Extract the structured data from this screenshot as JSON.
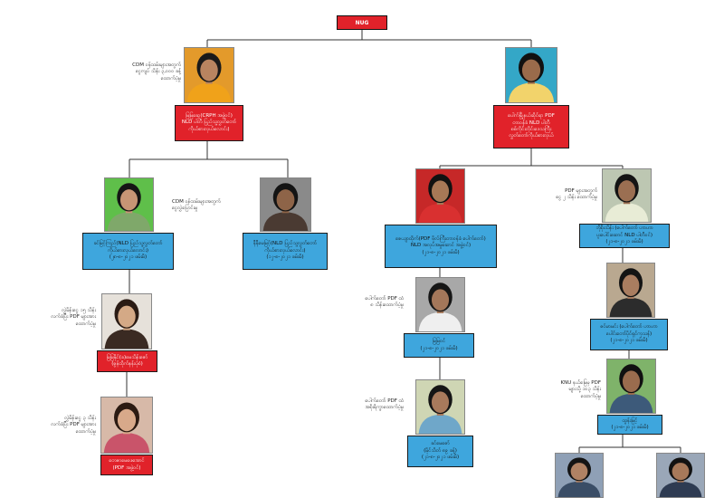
{
  "root": {
    "label": "NUG"
  },
  "nodes": {
    "left_leader": {
      "lines": [
        "မြမြဆွေ(CRPH အဖွဲ့ဝင်)",
        "NLD ပါတီ ပြည်သူ့လွှတ်တော်",
        "ကိုယ်စားလှယ်လောင်း)"
      ],
      "note": [
        "CDM ဝန်ထမ်းများအတွက်",
        "ငွေကျပ် သိန်း ၃,၀၀၀ ခန့်",
        "ထောက်ပံ့မှု"
      ],
      "colors": {
        "box": "#e1222a",
        "photo_bg": "#e39a2b",
        "skin": "#b88460",
        "hair": "#1a1a1a",
        "cloth": "#f0a21a"
      }
    },
    "right_leader": {
      "lines": [
        "ပေါက်မြို့နယ်ဆိုင်ရာ PDF",
        "တာဝန်ခံ NLD ပါတီ",
        "စစ်ကိုင်းတိုင်းဒေသကြီး",
        "လွှတ်တော်ကိုယ်စားလှယ်"
      ],
      "colors": {
        "box": "#e1222a",
        "photo_bg": "#34a7c7",
        "skin": "#9a6b4b",
        "hair": "#111111",
        "cloth": "#f2d36b"
      }
    },
    "l2a": {
      "lines": [
        "ခင်မြင့်ကြည်(NLD ပြည်သူ့လွှတ်တော်",
        "ကိုယ်စားလှယ်လောင်း)",
        "(၂၈-၈-၂၀၂၁ ဖမ်းမိ)"
      ],
      "colors": {
        "box": "#3ea6dd",
        "photo_bg": "#5fbf4a",
        "skin": "#c79575",
        "hair": "#151515",
        "cloth": "#7fa86a"
      }
    },
    "l2b": {
      "lines": [
        "နီနီမေမြင့်(NLD ပြည်သူ့လွှတ်တော်",
        "ကိုယ်စားလှယ်လောင်း)",
        "(၁၂-၈-၂၀၂၁ ဖမ်းမိ)"
      ],
      "note": [
        "CDM ဝန်ထမ်းများအတွက်",
        "ငွေလွှဲပြောင်းမှု"
      ],
      "colors": {
        "box": "#3ea6dd",
        "photo_bg": "#8a8a8a",
        "skin": "#8e6448",
        "hair": "#141414",
        "cloth": "#4a3a32"
      }
    },
    "l3a": {
      "lines": [
        "မြမြနိုင်(ခ)မေသိန်းဇော်",
        "(ဇွန်ထိုက်နန်းပုံစံ)"
      ],
      "note": [
        "လွှဲမိန်းငွေ ၁၅ သိန်း",
        "လက်ခံပြီး PDF များအား",
        "ထောက်ပံ့မှု"
      ],
      "colors": {
        "box": "#e1222a",
        "photo_bg": "#e6e1da",
        "skin": "#d4a986",
        "hair": "#2a1b14",
        "cloth": "#3a2a22"
      }
    },
    "l4a": {
      "lines": [
        "တေဇာမေဖေအောင်",
        "(PDF အဖွဲ့ဝင်)"
      ],
      "note": [
        "လွှဲမိန်းငွေ ၃ သိန်း",
        "လက်ခံပြီး PDF များအား",
        "ထောက်ပံ့မှု"
      ],
      "colors": {
        "box": "#e1222a",
        "photo_bg": "#d7b9a8",
        "skin": "#d8a98a",
        "hair": "#2b1a12",
        "cloth": "#c9546a"
      }
    },
    "r2a": {
      "lines": [
        "ဇေယျာထိုက်(PDF ဗိုလ်ကြီးတာဝန်ခံ ပေါက်တော်)",
        "NLD အလုပ်အမှုဆောင် အဖွဲ့ဝင်)",
        "(၂၁-၈-၂၀၂၁ ဖမ်းမိ)"
      ],
      "colors": {
        "box": "#3ea6dd",
        "photo_bg": "#c62828",
        "skin": "#a77856",
        "hair": "#111111",
        "cloth": "#d93030"
      }
    },
    "r2b": {
      "lines": [
        "ဘိုစိုးသိန်း (ပေါက်တော် ဟာဟာ",
        "ပူးပေါင်းဆောင် NLD ပါတီဝင်)",
        "(၂၁-၈-၂၀၂၁ ဖမ်းမိ)"
      ],
      "note": [
        "PDF များအတွက်",
        "ငွေ ၂ သိန်း ထောက်ပံ့မှု"
      ],
      "colors": {
        "box": "#3ea6dd",
        "photo_bg": "#bdc7b2",
        "skin": "#9b6f52",
        "hair": "#141414",
        "cloth": "#e8ecd6"
      }
    },
    "r3a": {
      "lines": [
        "မြမြဝင်",
        "(၂၁-၈-၂၀၂၁ ဖမ်းမိ)"
      ],
      "note": [
        "ပေါက်တော် PDF ထံ",
        "၈ သိန်းထောက်ပံ့မှု"
      ],
      "colors": {
        "box": "#3ea6dd",
        "photo_bg": "#a8a8a8",
        "skin": "#a4775a",
        "hair": "#161616",
        "cloth": "#efefef"
      }
    },
    "r4a": {
      "lines": [
        "ခင်မေဇော်",
        "(မိုင်သိတ် ၈၉ ခန့်)",
        "(၂၁-၈-၂၀၂၁ ဖမ်းမိ)"
      ],
      "note": [
        "ပေါက်တော် PDF ထံ",
        "အစိုးရိက္ခာထောက်ပံ့မှု"
      ],
      "colors": {
        "box": "#3ea6dd",
        "photo_bg": "#cfd6b4",
        "skin": "#a87a5c",
        "hair": "#151515",
        "cloth": "#6fa7c9"
      }
    },
    "r3b": {
      "lines": [
        "ဇင်မာမင်း (ပေါက်တော် ဟာဟာ",
        "ပေါင်းတော်ပိုင်ရှင်ကုသန်)",
        "(၂၁-၈-၂၀၂၁ ဖမ်းမိ)"
      ],
      "colors": {
        "box": "#3ea6dd",
        "photo_bg": "#b9a890",
        "skin": "#a97d60",
        "hair": "#141414",
        "cloth": "#2c2c2c"
      }
    },
    "r4b": {
      "lines": [
        "ထွန်းမြင့်",
        "(၂၁-၈-၂၀၂၁ ဖမ်းမိ)"
      ],
      "note": [
        "KNU နယ်မြေမှ PDF",
        "များသို့ ၁၀၃ သိန်း",
        "ထောက်ပံ့မှု"
      ],
      "colors": {
        "box": "#3ea6dd",
        "photo_bg": "#7fb36a",
        "skin": "#9a6c4e",
        "hair": "#111111",
        "cloth": "#3d5a7a"
      }
    },
    "r5a": {
      "colors": {
        "photo_bg": "#8fa0b6",
        "skin": "#b08264",
        "hair": "#141414",
        "cloth": "#3a4d66"
      }
    },
    "r5b": {
      "colors": {
        "photo_bg": "#9aa7b8",
        "skin": "#a7795a",
        "hair": "#121212",
        "cloth": "#2e3b52"
      }
    }
  }
}
